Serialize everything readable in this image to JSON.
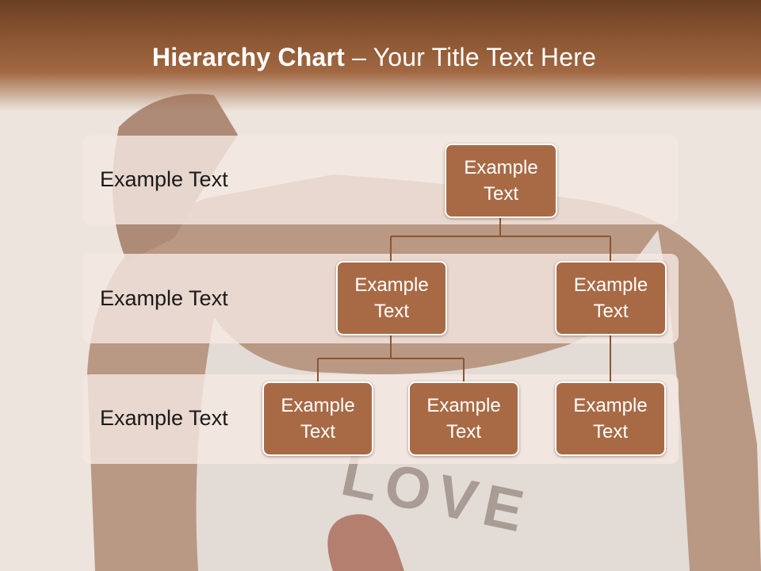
{
  "title": {
    "bold": "Hierarchy Chart",
    "dash": " – ",
    "rest": "Your Title Text Here"
  },
  "levels": [
    {
      "label": "Example Text"
    },
    {
      "label": "Example Text"
    },
    {
      "label": "Example Text"
    }
  ],
  "nodes": {
    "root": {
      "line1": "Example",
      "line2": "Text"
    },
    "l2_left": {
      "line1": "Example",
      "line2": "Text"
    },
    "l2_right": {
      "line1": "Example",
      "line2": "Text"
    },
    "l3_1": {
      "line1": "Example",
      "line2": "Text"
    },
    "l3_2": {
      "line1": "Example",
      "line2": "Text"
    },
    "l3_3": {
      "line1": "Example",
      "line2": "Text"
    }
  },
  "background_text": "LOVE",
  "colors": {
    "title_bar": "#8b5632",
    "node_fill": "#a86a45",
    "connector": "#8b5632",
    "band": "#f5e9e2"
  }
}
